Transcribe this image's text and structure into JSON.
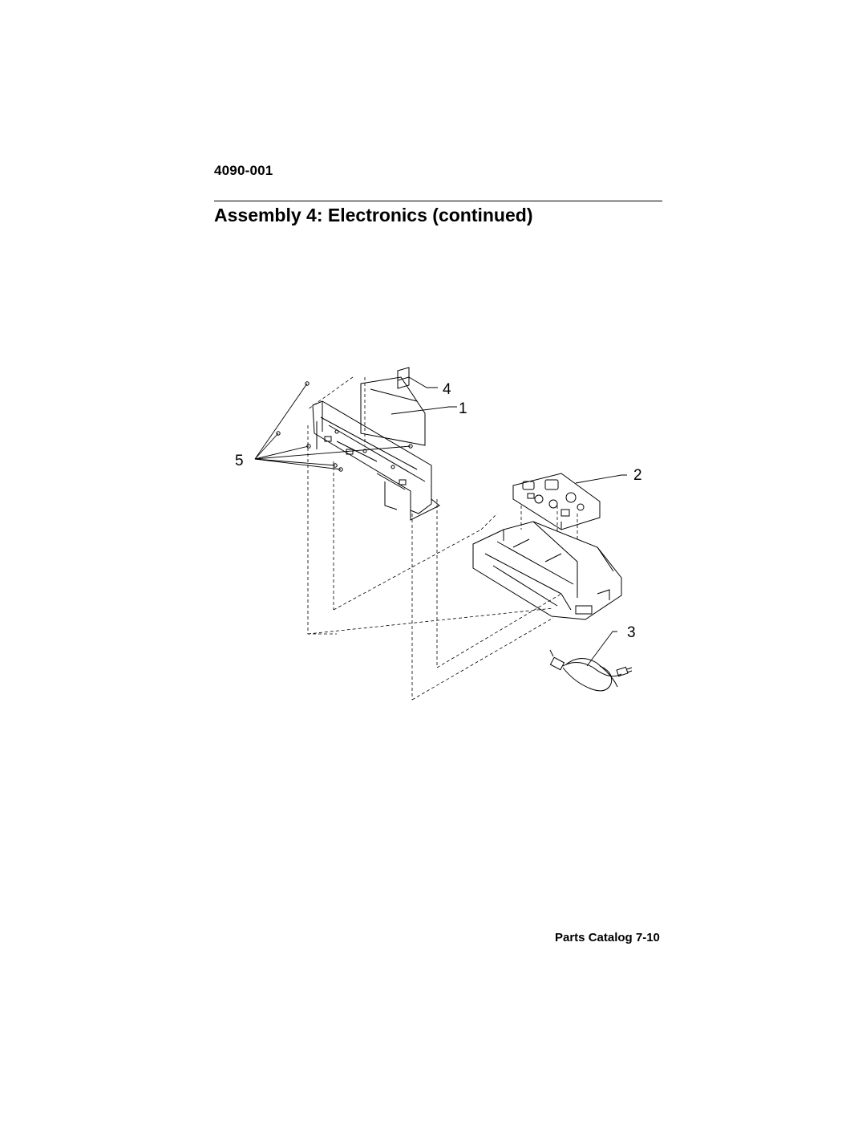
{
  "header": {
    "model_number": "4090-001",
    "title": "Assembly 4: Electronics (continued)"
  },
  "figure": {
    "callouts": [
      "4",
      "1",
      "5",
      "2",
      "3"
    ]
  },
  "footer": {
    "label": "Parts Catalog 7-10"
  }
}
